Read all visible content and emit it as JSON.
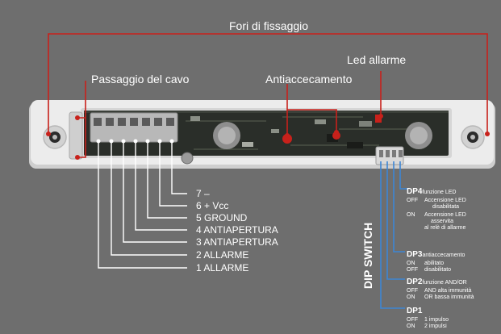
{
  "callouts": {
    "fixing_holes": "Fori di fissaggio",
    "cable_passage": "Passaggio del cavo",
    "anti_masking": "Antiaccecamento",
    "alarm_led": "Led allarme"
  },
  "terminals": [
    "7 –",
    "6 + Vcc",
    "5 GROUND",
    "4 ANTIAPERTURA",
    "3 ANTIAPERTURA",
    "2 ALLARME",
    "1 ALLARME"
  ],
  "dip_switch": {
    "title": "DIP SWITCH",
    "switches": [
      {
        "id": "DP4",
        "function": "funzione LED",
        "settings": [
          {
            "state": "OFF",
            "text": "Accensione LED"
          },
          {
            "state": "",
            "text": "disabilitata"
          },
          {
            "state": "ON",
            "text": "Accensione LED"
          },
          {
            "state": "",
            "text": "asservita"
          },
          {
            "state": "",
            "text": "al relè di allarme"
          }
        ]
      },
      {
        "id": "DP3",
        "function": "antiaccecamento",
        "settings": [
          {
            "state": "ON",
            "text": "abilitato"
          },
          {
            "state": "OFF",
            "text": "disabilitato"
          }
        ]
      },
      {
        "id": "DP2",
        "function": "funzione AND/OR",
        "settings": [
          {
            "state": "OFF",
            "text": "AND alta immunità"
          },
          {
            "state": "ON",
            "text": "OR bassa immunità"
          }
        ]
      },
      {
        "id": "DP1",
        "function": "",
        "settings": [
          {
            "state": "OFF",
            "text": "1 impulso"
          },
          {
            "state": "ON",
            "text": "2 impulsi"
          }
        ]
      }
    ]
  },
  "colors": {
    "background": "#6e6e6e",
    "callout_line": "#c8211b",
    "terminal_line": "#ffffff",
    "dip_line": "#3d86d4",
    "housing": "#e4e4e4",
    "pcb": "#2a2e29"
  }
}
